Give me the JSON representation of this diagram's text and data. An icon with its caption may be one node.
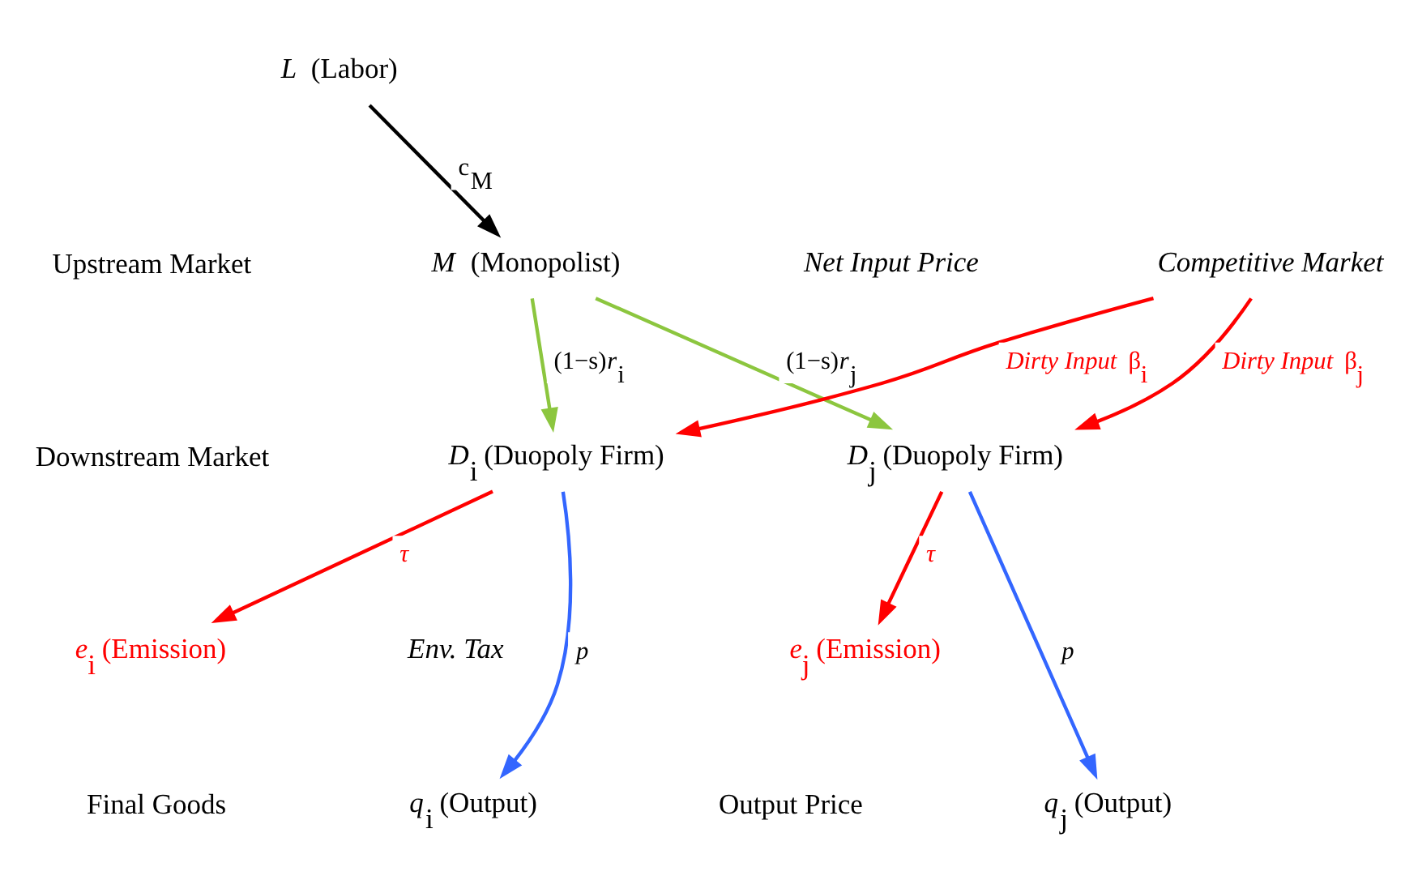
{
  "diagram": {
    "nodes": [
      {
        "text": [
          "*L* (Labor)"
        ]
      },
      {
        "text": [
          "*M* (Monopolist)"
        ]
      },
      {
        "text": [
          "*Competitive Market*"
        ]
      },
      {
        "text": [
          "*D*$_{i}$ (Duopoly Firm)"
        ]
      },
      {
        "text": [
          "*D*$_{j}$ (Duopoly Firm)"
        ]
      },
      {
        "text": [
          "*e*$_{i}$ (Emission)"
        ]
      },
      {
        "text": [
          "*e*$_{j}$ (Emission)"
        ]
      },
      {
        "text": [
          "*q*$_{i}$ (Output)"
        ]
      },
      {
        "text": [
          "*q*$_{j}$ (Output)"
        ]
      }
    ],
    "edges": [
      {
        "from": 0,
        "to": 1,
        "arrow": "to",
        "label": "c$_{M}$",
        "color": "#000000"
      },
      {
        "from": 1,
        "to": 3,
        "arrow": "to",
        "label": "(1−s)*r*$_{i}$",
        "color": "#8cc63f"
      },
      {
        "from": 1,
        "to": 4,
        "arrow": "to",
        "label": "(1−s)*r*$_{j}$",
        "color": "#8cc63f"
      },
      {
        "from": 2,
        "to": 3,
        "arrow": "to",
        "label": "*Dirty Input* β$_{i}$",
        "color": "#ff0000"
      },
      {
        "from": 2,
        "to": 4,
        "arrow": "to",
        "label": "*Dirty Input* β$_{j}$",
        "color": "#ff0000"
      },
      {
        "from": 3,
        "to": 5,
        "arrow": "to",
        "label": "*τ*",
        "color": "#ff0000"
      },
      {
        "from": 4,
        "to": 6,
        "arrow": "to",
        "label": "*τ*",
        "color": "#ff0000"
      },
      {
        "from": 3,
        "to": 7,
        "arrow": "to",
        "label": "*p*",
        "color": "#3366ff"
      },
      {
        "from": 4,
        "to": 8,
        "arrow": "to",
        "label": "*p*",
        "color": "#3366ff"
      }
    ],
    "labels": [
      "Upstream Market",
      "*Net Input Price*",
      "Downstream Market",
      "*Env. Tax*",
      "Output Price",
      "Final Goods"
    ]
  }
}
